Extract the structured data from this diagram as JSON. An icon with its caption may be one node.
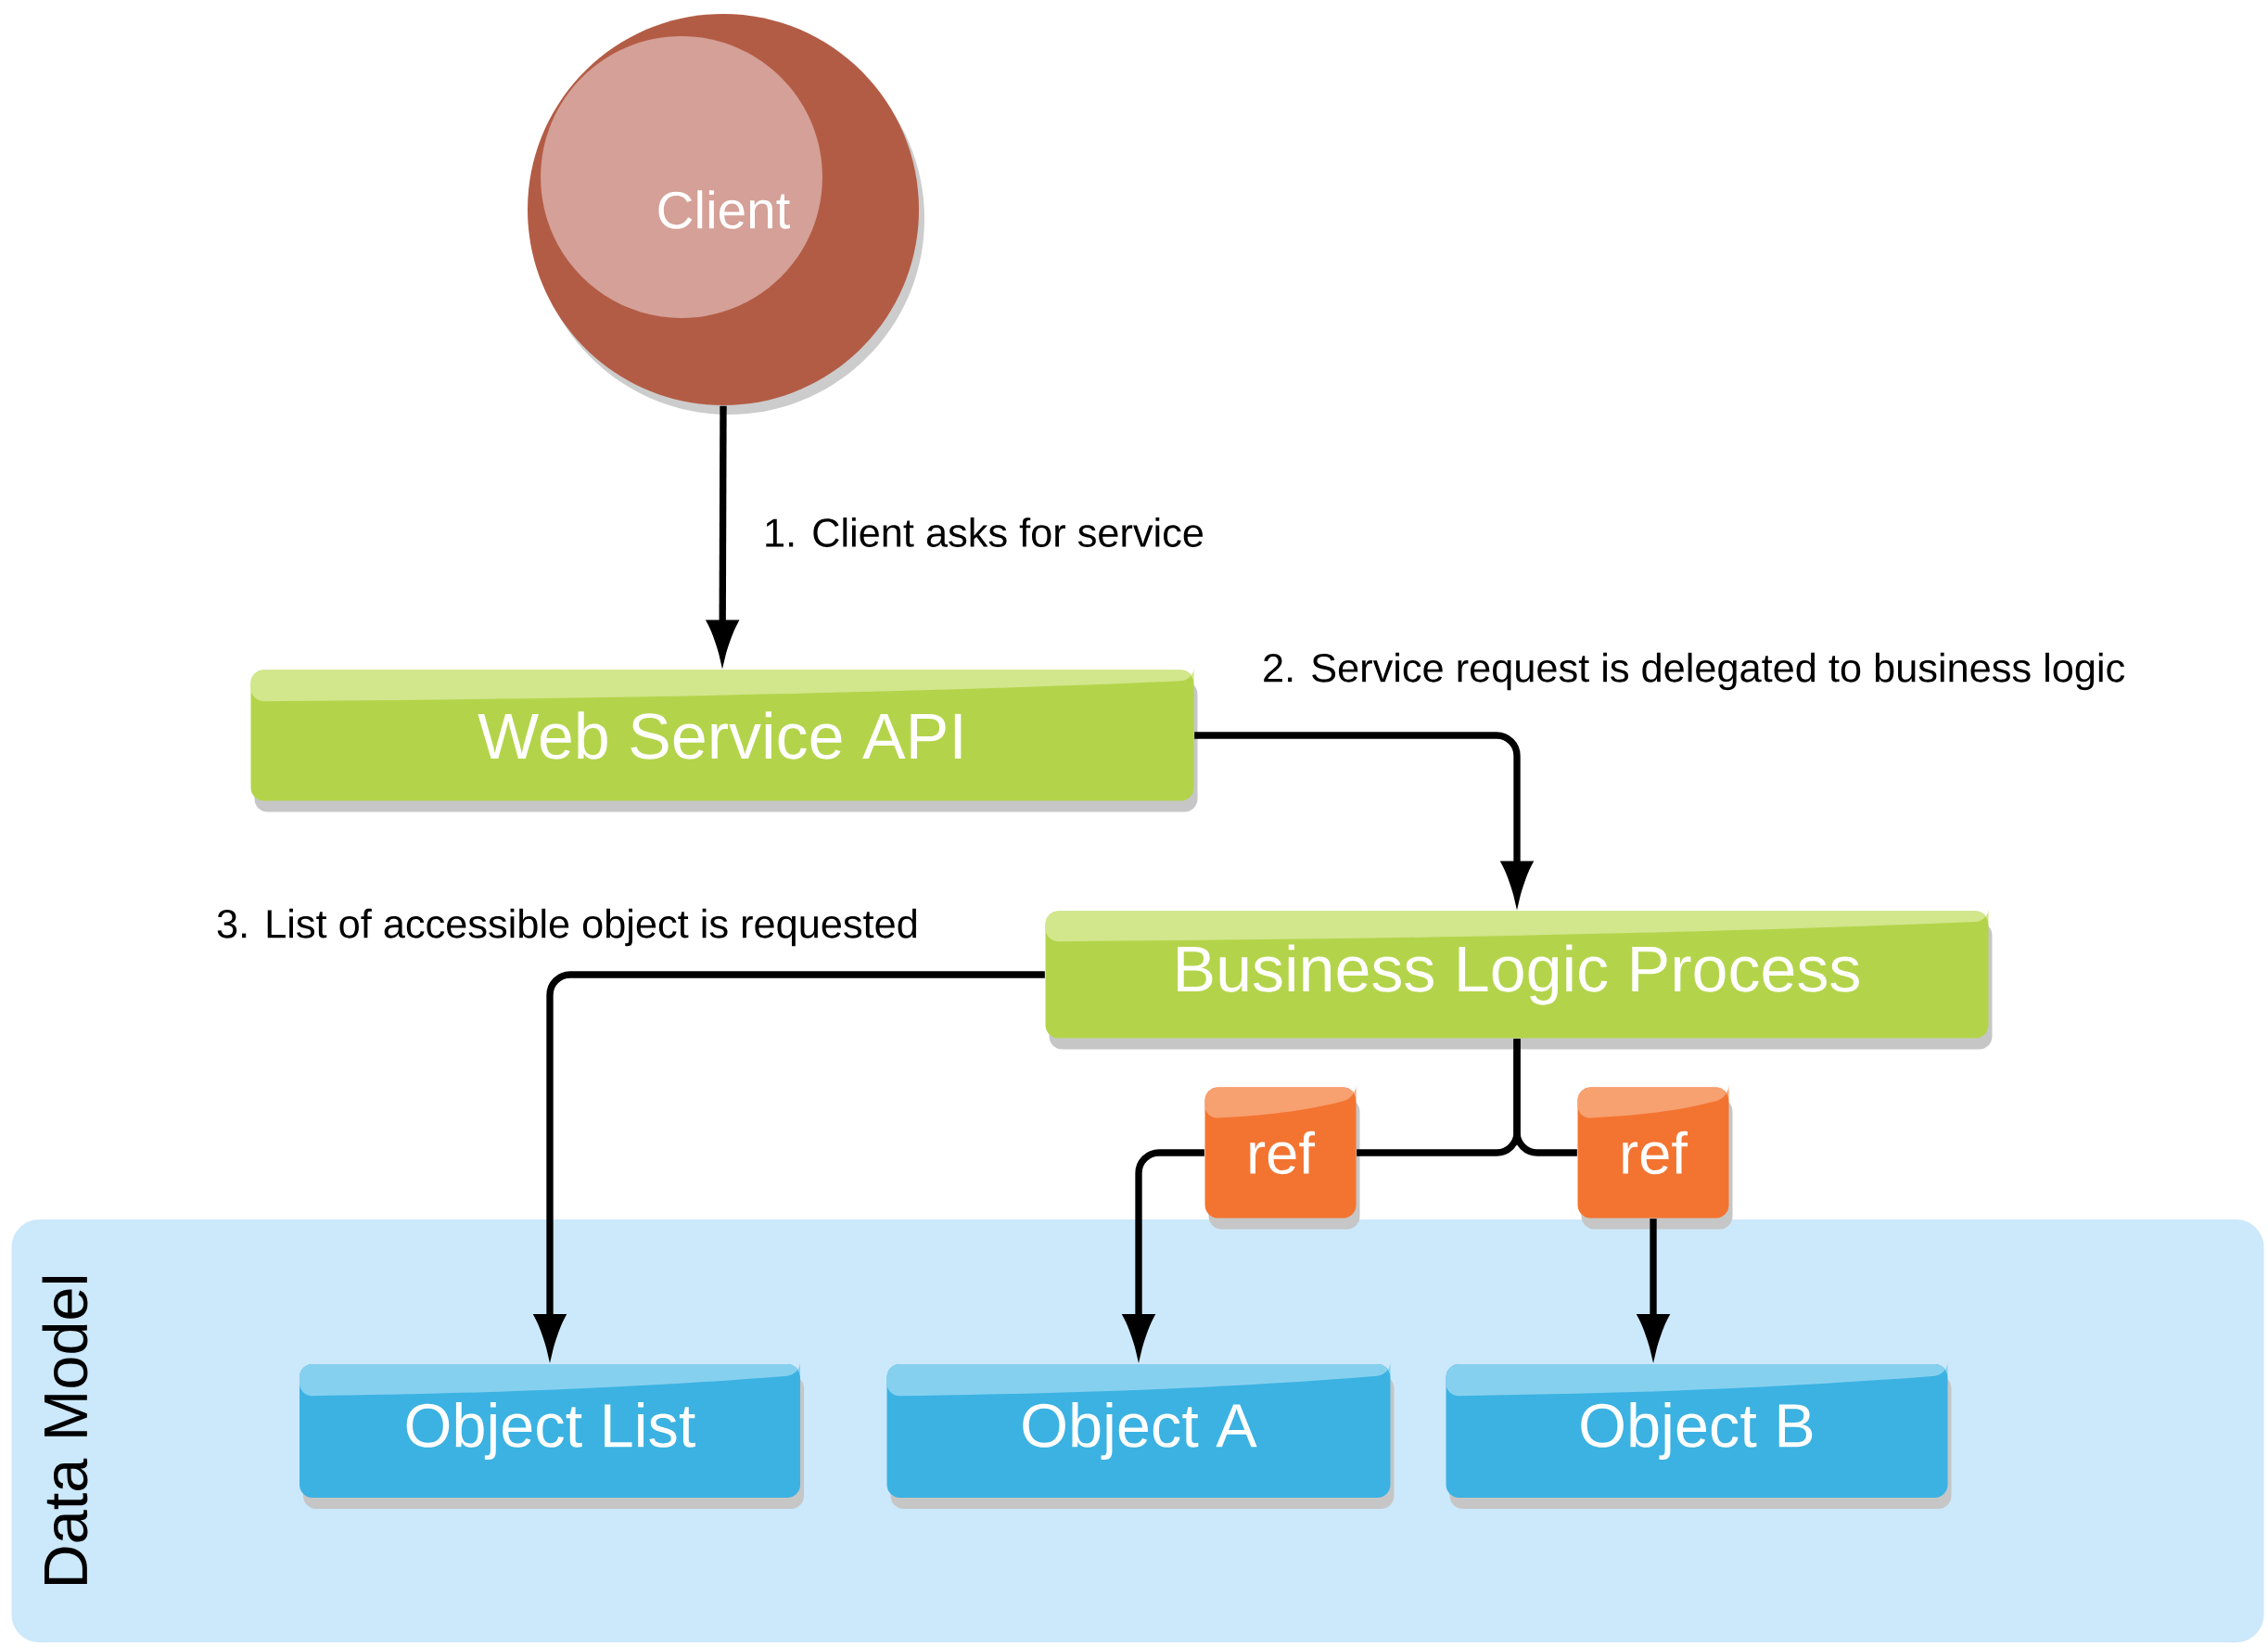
{
  "diagram": {
    "nodes": [
      {
        "text": [
          "Client"
        ]
      },
      {
        "text": [
          "Web Service API"
        ]
      },
      {
        "text": [
          "Business Logic Process"
        ]
      },
      {
        "text": [
          "ref"
        ]
      },
      {
        "text": [
          "ref"
        ]
      },
      {
        "text": [
          "Data Model"
        ]
      },
      {
        "text": [
          "Object List"
        ],
        "in": 5
      },
      {
        "text": [
          "Object A"
        ],
        "in": 5
      },
      {
        "text": [
          "Object B"
        ],
        "in": 5
      }
    ],
    "edges": [
      {
        "from": 0,
        "to": 1,
        "arrow": "to",
        "label": "1. Client asks for service"
      },
      {
        "from": 1,
        "to": 2,
        "arrow": "to",
        "label": "2. Service request is delegated to business logic"
      },
      {
        "from": 2,
        "to": 6,
        "arrow": "to",
        "label": "3. List of accessible object is requested"
      },
      {
        "from": 2,
        "to": 3,
        "arrow": "none"
      },
      {
        "from": 3,
        "to": 7,
        "arrow": "to"
      },
      {
        "from": 2,
        "to": 4,
        "arrow": "none"
      },
      {
        "from": 4,
        "to": 8,
        "arrow": "to"
      }
    ]
  }
}
